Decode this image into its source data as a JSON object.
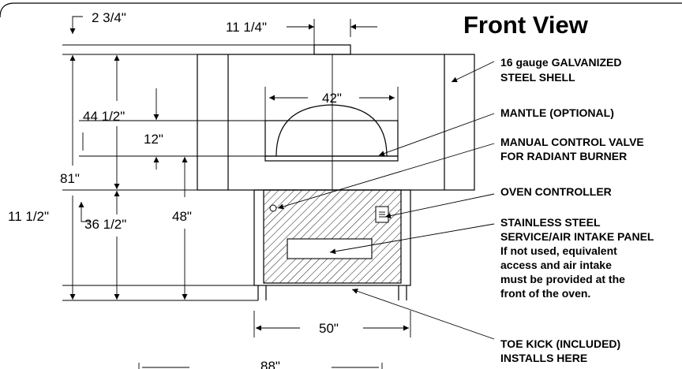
{
  "title": "Front View",
  "dimensions": {
    "d_2_3_4": "2 3/4\"",
    "d_11_1_4": "11 1/4\"",
    "d_42": "42\"",
    "d_44_1_2": "44 1/2\"",
    "d_12": "12\"",
    "d_81": "81\"",
    "d_11_1_2": "11 1/2\"",
    "d_48": "48\"",
    "d_36_1_2": "36 1/2\"",
    "d_50": "50\"",
    "d_88": "88\""
  },
  "callouts": {
    "shell": [
      "16 gauge GALVANIZED",
      "STEEL SHELL"
    ],
    "mantle": [
      "MANTLE (OPTIONAL)"
    ],
    "valve": [
      "MANUAL CONTROL VALVE",
      "FOR RADIANT BURNER"
    ],
    "controller": [
      "OVEN CONTROLLER"
    ],
    "panel": [
      "STAINLESS STEEL",
      "SERVICE/AIR INTAKE PANEL",
      "If not used, equivalent",
      "access and air intake",
      "must be provided at the",
      "front of the oven."
    ],
    "toekick": [
      "TOE KICK (INCLUDED)",
      "INSTALLS HERE"
    ]
  }
}
